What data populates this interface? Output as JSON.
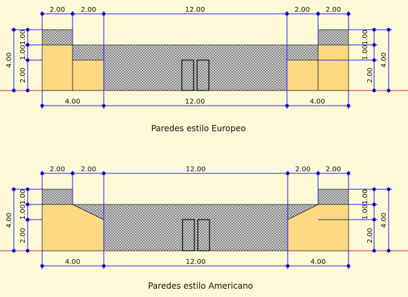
{
  "colors": {
    "background": "#fdf9d6",
    "wall": "#ffd982",
    "hatch": "#bcbcbc",
    "dim_line": "#1a1aff",
    "dim_node": "#0000cc",
    "ground": "#e0193a"
  },
  "european": {
    "caption": "Paredes estilo Europeo",
    "top_dims": [
      "2.00",
      "2.00",
      "12.00",
      "2.00",
      "2.00"
    ],
    "bottom_dims": [
      "4.00",
      "12.00",
      "4.00"
    ],
    "left_dims": {
      "total": "4.00",
      "parts": [
        "1.00",
        "1.00",
        "2.00"
      ]
    },
    "right_dims": {
      "total": "4.00",
      "parts": [
        "1.00",
        "1.00",
        "2.00"
      ]
    }
  },
  "american": {
    "caption": "Paredes estilo Americano",
    "top_dims": [
      "2.00",
      "2.00",
      "12.00",
      "2.00",
      "2.00"
    ],
    "bottom_dims": [
      "4.00",
      "12.00",
      "4.00"
    ],
    "left_dims": {
      "total": "4.00",
      "parts": [
        "1.00",
        "1.00",
        "2.00"
      ]
    },
    "right_dims": {
      "total": "4.00",
      "parts": [
        "1.00",
        "1.00",
        "2.00"
      ]
    }
  }
}
